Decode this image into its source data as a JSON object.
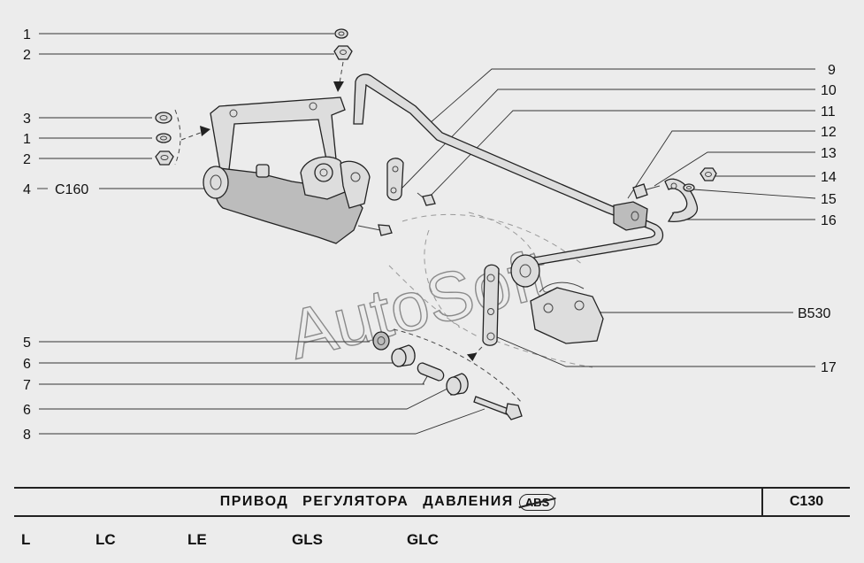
{
  "callouts_left": [
    {
      "num": "1"
    },
    {
      "num": "2"
    },
    {
      "num": "3"
    },
    {
      "num": "1"
    },
    {
      "num": "2"
    },
    {
      "num": "4",
      "ref": "C160"
    },
    {
      "num": "5"
    },
    {
      "num": "6"
    },
    {
      "num": "7"
    },
    {
      "num": "6"
    },
    {
      "num": "8"
    }
  ],
  "callouts_right": [
    {
      "num": "9"
    },
    {
      "num": "10"
    },
    {
      "num": "11"
    },
    {
      "num": "12"
    },
    {
      "num": "13"
    },
    {
      "num": "14"
    },
    {
      "num": "15"
    },
    {
      "num": "16"
    },
    {
      "ref": "B530"
    },
    {
      "num": "17"
    }
  ],
  "watermark": "AutoSoft",
  "footer": {
    "title": "ПРИВОД РЕГУЛЯТОРА ДАВЛЕНИЯ",
    "badge": "ABS",
    "code": "C130"
  },
  "trims": [
    "L",
    "LC",
    "LE",
    "GLS",
    "GLC"
  ]
}
